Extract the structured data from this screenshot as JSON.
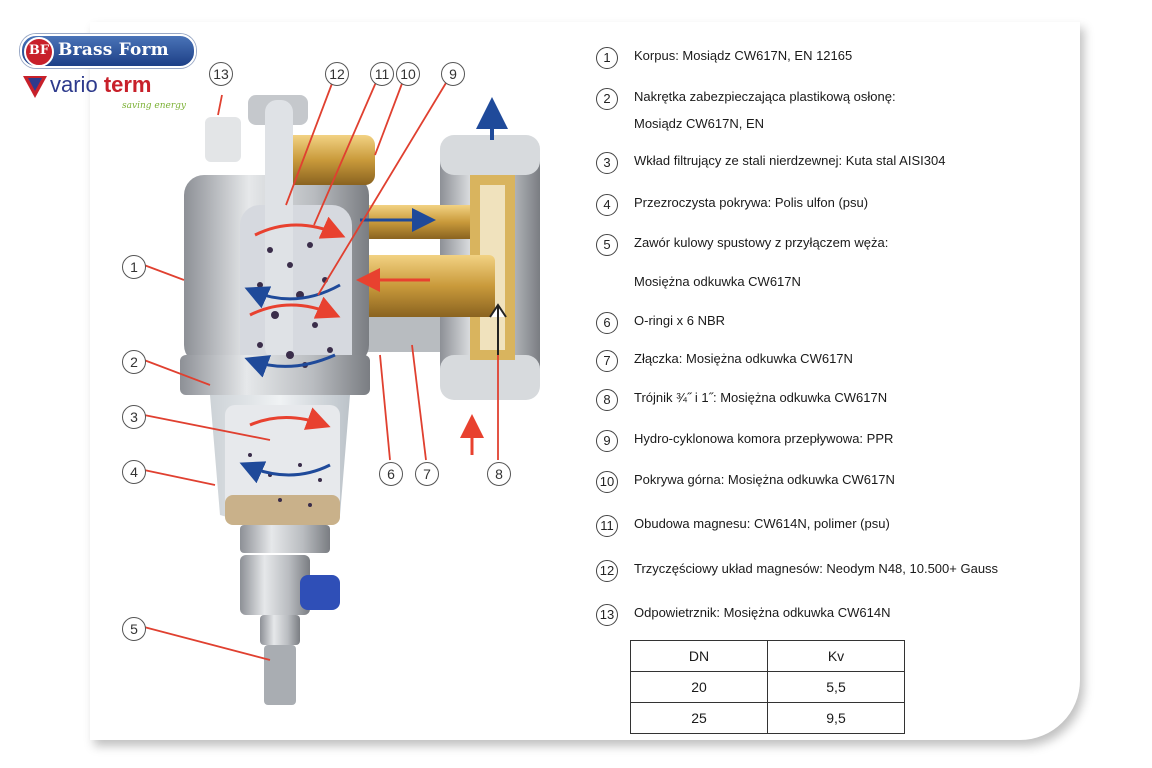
{
  "brand": {
    "primary": {
      "initials": "BF",
      "name": "Brass Form"
    },
    "secondary": {
      "name_part1": "vario",
      "name_part2": "term",
      "tagline": "saving energy"
    }
  },
  "callouts": [
    "13",
    "12",
    "11",
    "10",
    "9",
    "1",
    "2",
    "3",
    "4",
    "6",
    "7",
    "8",
    "5"
  ],
  "legend": [
    {
      "num": "1",
      "line1": "Korpus: Mosiądz CW617N, EN 12165",
      "line2": ""
    },
    {
      "num": "2",
      "line1": "Nakrętka zabezpieczająca plastikową osłonę:",
      "line2": "Mosiądz CW617N, EN"
    },
    {
      "num": "3",
      "line1": "Wkład filtrujący ze stali nierdzewnej: Kuta stal AISI304",
      "line2": ""
    },
    {
      "num": "4",
      "line1": "Przezroczysta pokrywa: Polis ulfon (psu)",
      "line2": ""
    },
    {
      "num": "5",
      "line1": "Zawór kulowy spustowy z przyłączem węża:",
      "line2": "Mosiężna odkuwka CW617N"
    },
    {
      "num": "6",
      "line1": "O-ringi x 6 NBR",
      "line2": ""
    },
    {
      "num": "7",
      "line1": "Złączka: Mosiężna odkuwka CW617N",
      "line2": ""
    },
    {
      "num": "8",
      "line1": "Trójnik ¾˝ i 1˝:  Mosiężna odkuwka CW617N",
      "line2": ""
    },
    {
      "num": "9",
      "line1": "Hydro-cyklonowa komora przepływowa:  PPR",
      "line2": ""
    },
    {
      "num": "10",
      "line1": "Pokrywa górna: Mosiężna odkuwka CW617N",
      "line2": ""
    },
    {
      "num": "11",
      "line1": "Obudowa magnesu: CW614N, polimer (psu)",
      "line2": ""
    },
    {
      "num": "12",
      "line1": "Trzyczęściowy układ magnesów:  Neodym  N48,  10.500+  Gauss",
      "line2": ""
    },
    {
      "num": "13",
      "line1": "Odpowietrznik: Mosiężna odkuwka CW614N",
      "line2": ""
    }
  ],
  "spec_table": {
    "headers": [
      "DN",
      "Kv"
    ],
    "rows": [
      [
        "20",
        "5,5"
      ],
      [
        "25",
        "9,5"
      ]
    ]
  },
  "colors": {
    "brand_blue": "#1d3f86",
    "brand_red": "#c8202a",
    "flow_red_arrow": "#e8412f",
    "flow_blue_arrow": "#1f4a9a",
    "brass": "#c9a24a",
    "leader_line": "#e04030"
  }
}
